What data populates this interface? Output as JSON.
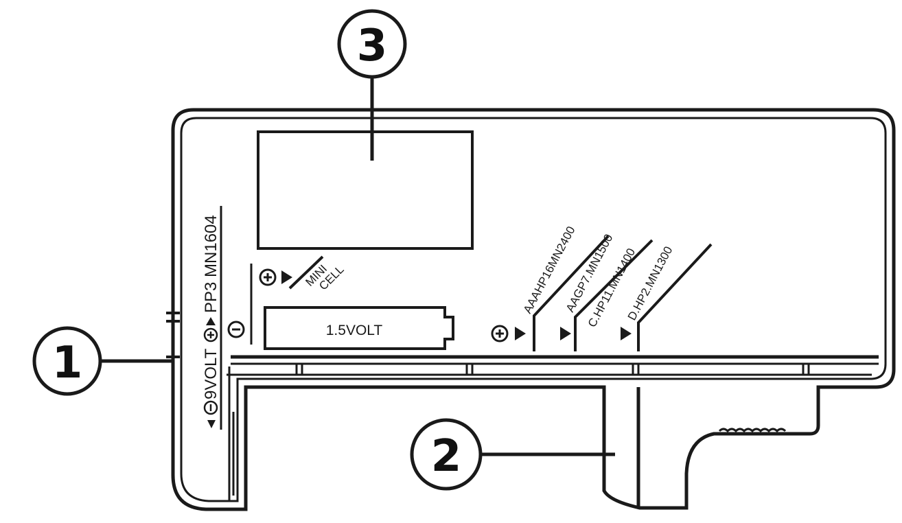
{
  "callouts": [
    {
      "id": "1",
      "label": "1"
    },
    {
      "id": "2",
      "label": "2"
    },
    {
      "id": "3",
      "label": "3"
    }
  ],
  "labels": {
    "nine_volt": "9VOLT",
    "pp3": "PP3 MN1604",
    "mini_cell_line1": "MINI",
    "mini_cell_line2": "CELL",
    "one_five_volt": "1.5VOLT",
    "aaa": "AAAHP16MN2400",
    "aa": "AAGP7.MN1500",
    "c": "C.HP11.MN1400",
    "d": "D.HP2.MN1300"
  },
  "icons": [
    "plus-circle-icon",
    "minus-circle-icon",
    "triangle-arrow-icon"
  ],
  "colors": {
    "line": "#1a1a1a",
    "background": "#ffffff"
  }
}
